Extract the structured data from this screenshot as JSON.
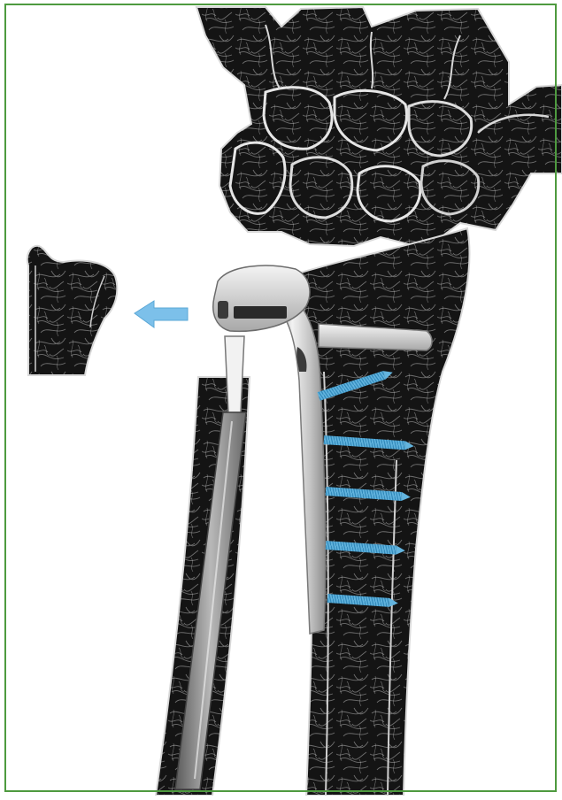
{
  "figure": {
    "frame_color": "#4e9a3f",
    "bone_fill": "#141414",
    "bone_edge": "#d8d8d8",
    "implant_metal": "#c9c9c9",
    "screw_color": "#63b4de",
    "arrow_color": "#7cc0ea",
    "icon_names": [
      "carpal-bones",
      "distal-radius",
      "ulna-shaft",
      "resected-ulnar-head",
      "wrist-prosthesis",
      "ulnar-stem",
      "locking-screw",
      "removal-arrow"
    ]
  }
}
